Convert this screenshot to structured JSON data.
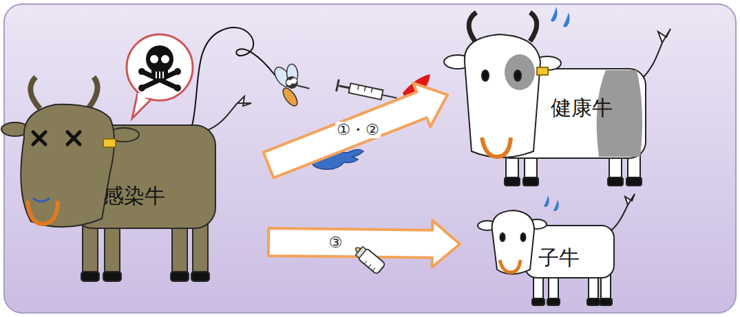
{
  "diagram": {
    "nodes": [
      {
        "text": [
          "感染牛"
        ]
      },
      {
        "text": [
          "健康牛"
        ]
      },
      {
        "text": [
          "子牛"
        ]
      }
    ],
    "edges": [
      {
        "from": 0,
        "to": 1,
        "arrow": "to",
        "label": "①・②"
      },
      {
        "from": 0,
        "to": 2,
        "arrow": "to",
        "label": "③"
      }
    ]
  }
}
